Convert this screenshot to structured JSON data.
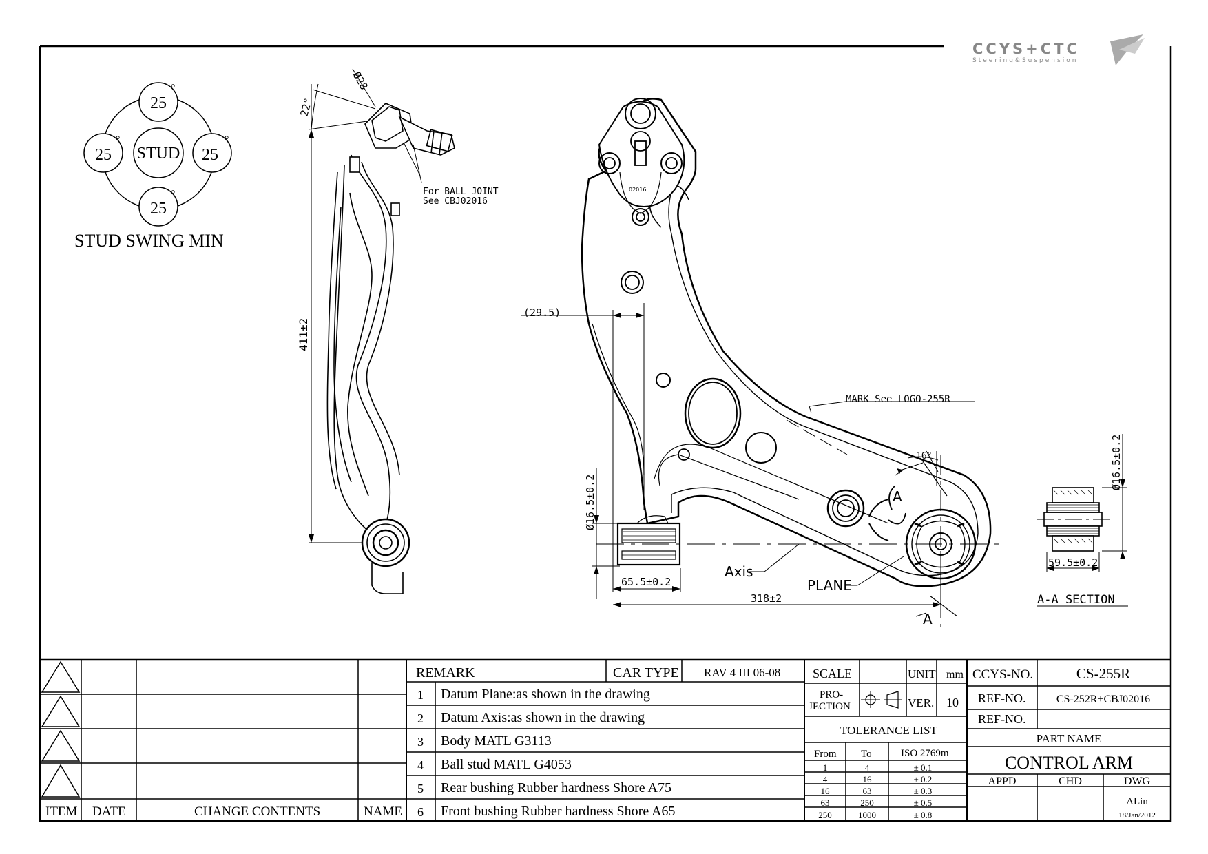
{
  "logo": {
    "brand": "CCYS+CTC",
    "tagline": "Steering&Suspension"
  },
  "stud_swing": {
    "center": "STUD",
    "top": "25",
    "left": "25",
    "right": "25",
    "bottom": "25",
    "deg": "°",
    "caption": "STUD SWING MIN"
  },
  "side_view": {
    "dia28": "Ø28",
    "angle22": "22°",
    "height": "411±2",
    "note_line1": "For BALL JOINT",
    "note_line2": "See CBJ02016"
  },
  "plan_view": {
    "ball_mark": "02016",
    "offset": "(29.5)",
    "mark_note": "MARK See LOGO-255R",
    "angle16": "16°",
    "section_a": "A",
    "bush_dia": "Ø16.5±0.2",
    "axis": "Axis",
    "plane": "PLANE",
    "bush_len": "65.5±0.2",
    "length": "318±2"
  },
  "section_view": {
    "dia": "Ø16.5±0.2",
    "len": "59.5±0.2",
    "title": "A-A SECTION"
  },
  "revision_table": {
    "headers": {
      "item": "ITEM",
      "date": "DATE",
      "change": "CHANGE CONTENTS",
      "name": "NAME"
    }
  },
  "remarks": {
    "header": "REMARK",
    "car_type_label": "CAR TYPE",
    "car_type_value": "RAV 4 III 06-08",
    "items": [
      {
        "no": "1",
        "text": "Datum Plane:as shown in the drawing"
      },
      {
        "no": "2",
        "text": "Datum Axis:as shown in the drawing"
      },
      {
        "no": "3",
        "text": "Body MATL G3113"
      },
      {
        "no": "4",
        "text": "Ball stud MATL G4053"
      },
      {
        "no": "5",
        "text": "Rear bushing Rubber hardness Shore A75"
      },
      {
        "no": "6",
        "text": "Front bushing Rubber hardness Shore A65"
      }
    ]
  },
  "title_block": {
    "scale_label": "SCALE",
    "unit_label": "UNIT",
    "unit_value": "mm",
    "projection_label_1": "PRO-",
    "projection_label_2": "JECTION",
    "ver_label": "VER.",
    "ver_value": "10",
    "tolerance_title": "TOLERANCE LIST",
    "tol_headers": {
      "from": "From",
      "to": "To",
      "iso": "ISO 2769m"
    },
    "tolerances": [
      {
        "from": "1",
        "to": "4",
        "tol": "± 0.1"
      },
      {
        "from": "4",
        "to": "16",
        "tol": "± 0.2"
      },
      {
        "from": "16",
        "to": "63",
        "tol": "± 0.3"
      },
      {
        "from": "63",
        "to": "250",
        "tol": "± 0.5"
      },
      {
        "from": "250",
        "to": "1000",
        "tol": "± 0.8"
      }
    ],
    "ccys_no_label": "CCYS-NO.",
    "ccys_no_value": "CS-255R",
    "ref_no_label_1": "REF-NO.",
    "ref_no_value_1": "CS-252R+CBJ02016",
    "ref_no_label_2": "REF-NO.",
    "ref_no_value_2": "",
    "part_name_label": "PART NAME",
    "part_name_value": "CONTROL ARM",
    "appd": "APPD",
    "chd": "CHD",
    "dwg": "DWG",
    "drawer": "ALin",
    "date": "18/Jan/2012"
  }
}
